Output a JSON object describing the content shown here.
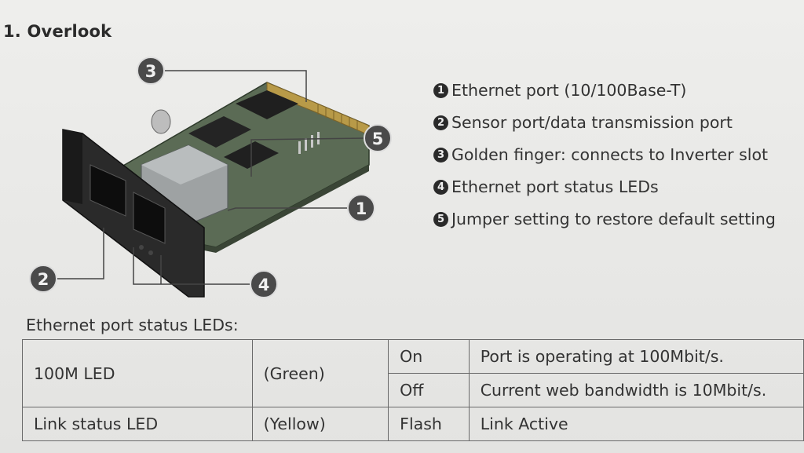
{
  "section": {
    "title": "1. Overlook"
  },
  "callouts": [
    {
      "num": "1",
      "text": "Ethernet port (10/100Base-T)"
    },
    {
      "num": "2",
      "text": "Sensor port/data transmission port"
    },
    {
      "num": "3",
      "text": "Golden finger: connects to Inverter slot"
    },
    {
      "num": "4",
      "text": "Ethernet port status LEDs"
    },
    {
      "num": "5",
      "text": "Jumper setting to restore default setting"
    }
  ],
  "figure_labels": {
    "n1": "1",
    "n2": "2",
    "n3": "3",
    "n4": "4",
    "n5": "5"
  },
  "led_table": {
    "heading": "Ethernet port status LEDs:",
    "rows": [
      {
        "led": "100M LED",
        "color": "(Green)",
        "state": "On",
        "desc": "Port is operating at 100Mbit/s."
      },
      {
        "state": "Off",
        "desc": "Current web bandwidth is 10Mbit/s."
      },
      {
        "led": "Link status LED",
        "color": "(Yellow)",
        "state": "Flash",
        "desc": "Link Active"
      }
    ]
  }
}
